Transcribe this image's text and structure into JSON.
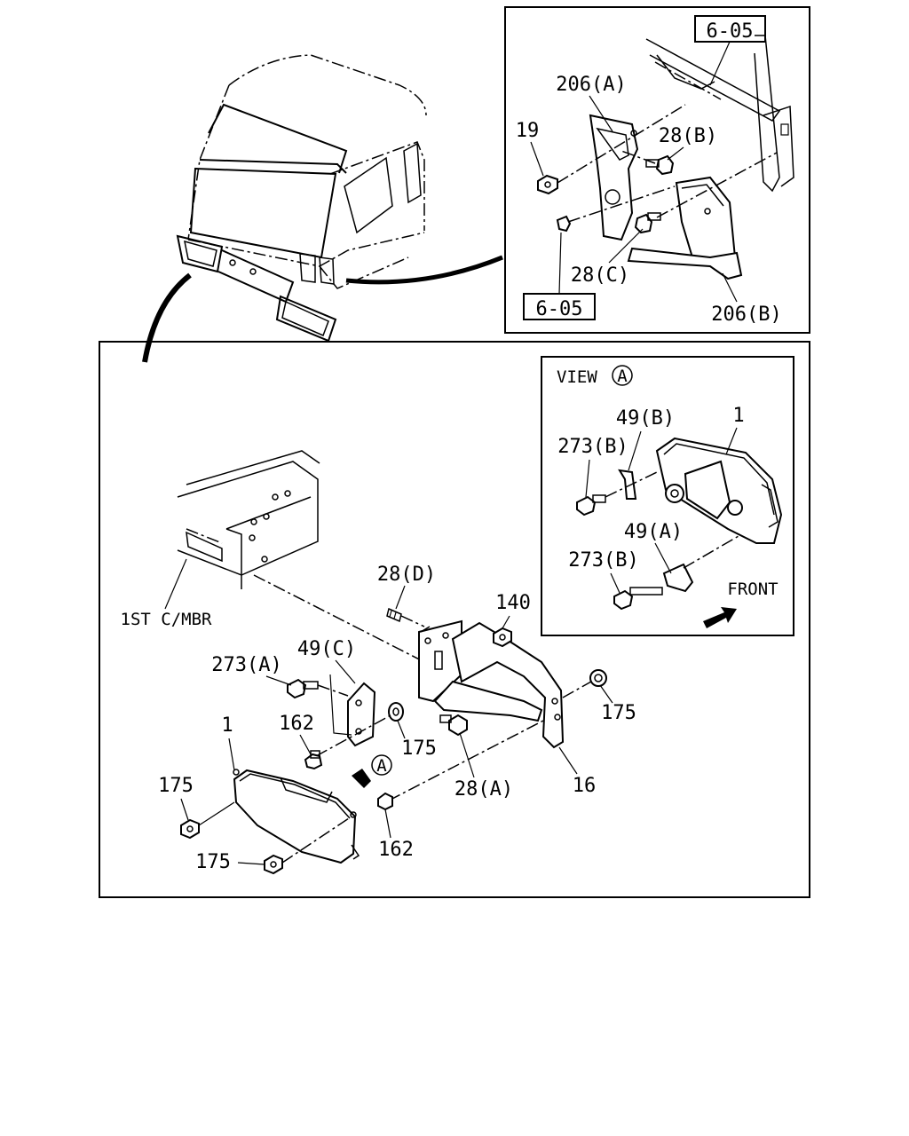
{
  "detail_box": {
    "ref_top": "6-05",
    "ref_bottom": "6-05",
    "label_206a": "206(A)",
    "label_19": "19",
    "label_28b": "28(B)",
    "label_28c": "28(C)",
    "label_206b": "206(B)"
  },
  "view_box": {
    "title": "VIEW",
    "circle_letter": "A",
    "label_49b": "49(B)",
    "label_1": "1",
    "label_273b_top": "273(B)",
    "label_49a": "49(A)",
    "label_273b_bottom": "273(B)",
    "front": "FRONT"
  },
  "main": {
    "label_1st_cmbr": "1ST C/MBR",
    "label_28d": "28(D)",
    "label_140": "140",
    "label_49c": "49(C)",
    "label_273a": "273(A)",
    "label_175_right": "175",
    "label_162_top": "162",
    "label_175_mid": "175",
    "label_1": "1",
    "view_arrow_letter": "A",
    "label_28a": "28(A)",
    "label_16": "16",
    "label_175_left": "175",
    "label_162_bottom": "162",
    "label_175_bottom": "175"
  }
}
